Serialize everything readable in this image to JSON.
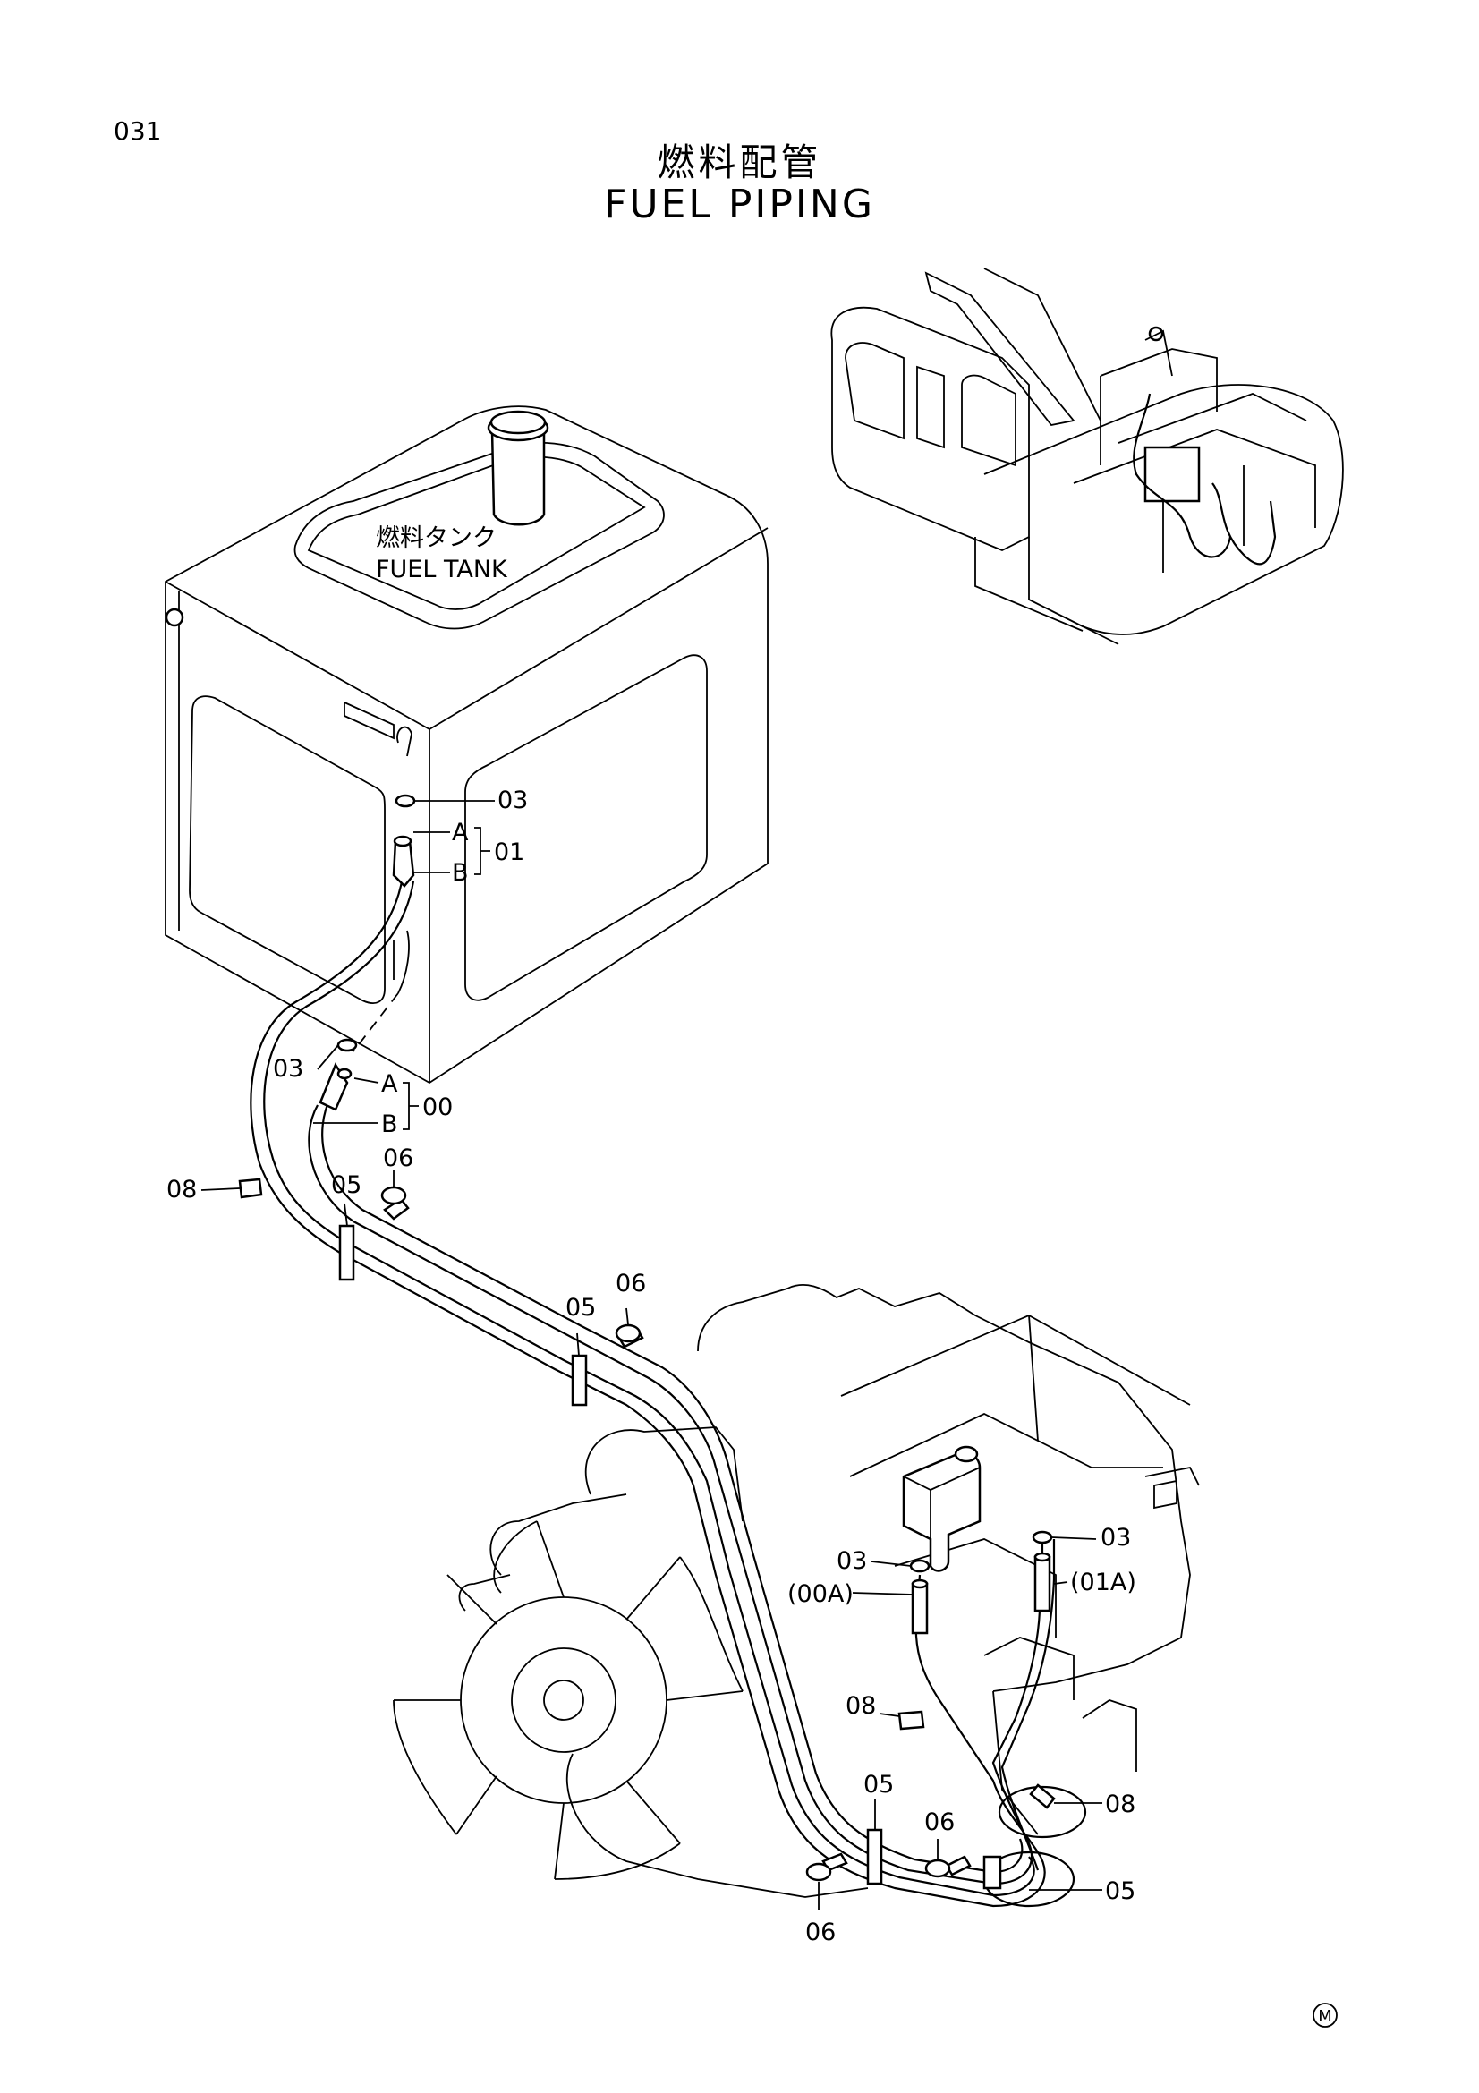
{
  "page": {
    "number": "031"
  },
  "title": {
    "jp": "燃料配管",
    "en": "FUEL PIPING"
  },
  "components": {
    "fuel_tank_jp": "燃料タンク",
    "fuel_tank_en": "FUEL TANK"
  },
  "callouts": {
    "tank_washer": "03",
    "hose_a_top": "A",
    "hose_b_top": "B",
    "hose_group_top": "01",
    "lower_washer": "03",
    "hose_a_lower": "A",
    "hose_b_lower": "B",
    "hose_group_lower": "00",
    "clamp_left": "08",
    "clip_upper": "05",
    "bolt_upper": "06",
    "clip_middle": "05",
    "bolt_middle": "06",
    "washer_filter_right": "03",
    "washer_filter_left": "03",
    "hose_end_00a": "(00A)",
    "hose_end_01a": "(01A)",
    "clamp_right_upper": "08",
    "clamp_right_lower": "08",
    "clip_bottom": "05",
    "bolt_bottom_right": "06",
    "clip_bottom_right": "05",
    "bolt_bottom_left": "06"
  },
  "footer": {
    "mark": "M"
  }
}
